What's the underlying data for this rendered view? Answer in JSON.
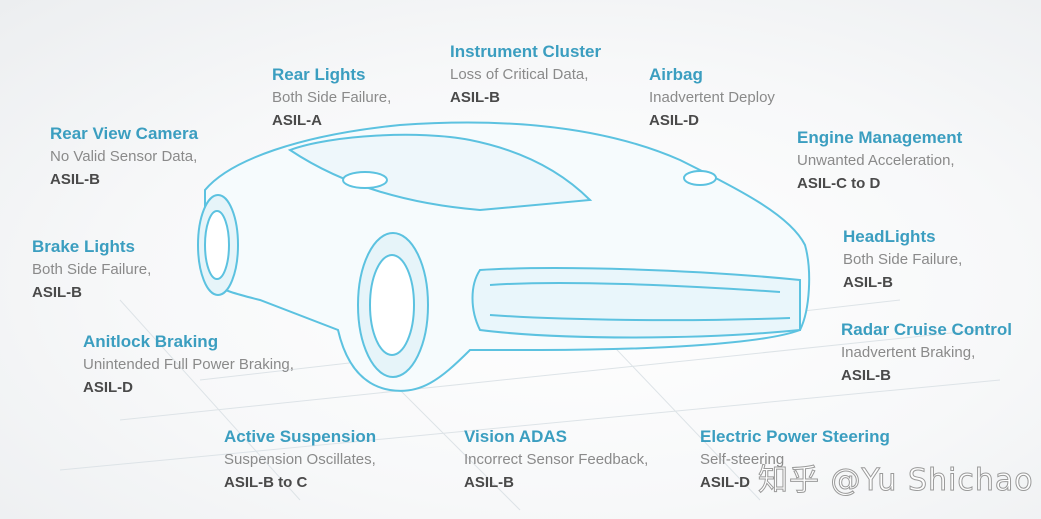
{
  "colors": {
    "title": "#3b9ec0",
    "description": "#8a8a8a",
    "asil": "#4a4a4a",
    "car_outline": "#5cc2e0"
  },
  "labels": [
    {
      "title": "Instrument Cluster",
      "description": "Loss of Critical Data,",
      "asil": "ASIL-B"
    },
    {
      "title": "Rear Lights",
      "description": "Both Side Failure,",
      "asil": "ASIL-A"
    },
    {
      "title": "Airbag",
      "description": "Inadvertent Deploy",
      "asil": "ASIL-D"
    },
    {
      "title": "Rear View Camera",
      "description": "No Valid Sensor Data,",
      "asil": "ASIL-B"
    },
    {
      "title": "Engine Management",
      "description": "Unwanted Acceleration,",
      "asil": "ASIL-C to D"
    },
    {
      "title": "Brake Lights",
      "description": "Both Side Failure,",
      "asil": "ASIL-B"
    },
    {
      "title": "HeadLights",
      "description": "Both Side Failure,",
      "asil": "ASIL-B"
    },
    {
      "title": "Anitlock Braking",
      "description": "Unintended Full Power Braking,",
      "asil": "ASIL-D"
    },
    {
      "title": "Radar Cruise Control",
      "description": "Inadvertent Braking,",
      "asil": "ASIL-B"
    },
    {
      "title": "Active Suspension",
      "description": "Suspension Oscillates,",
      "asil": "ASIL-B to C"
    },
    {
      "title": "Vision ADAS",
      "description": "Incorrect Sensor Feedback,",
      "asil": "ASIL-B"
    },
    {
      "title": "Electric Power Steering",
      "description": "Self-steering",
      "asil": "ASIL-D"
    }
  ],
  "watermark": "知乎 @Yu Shichao"
}
